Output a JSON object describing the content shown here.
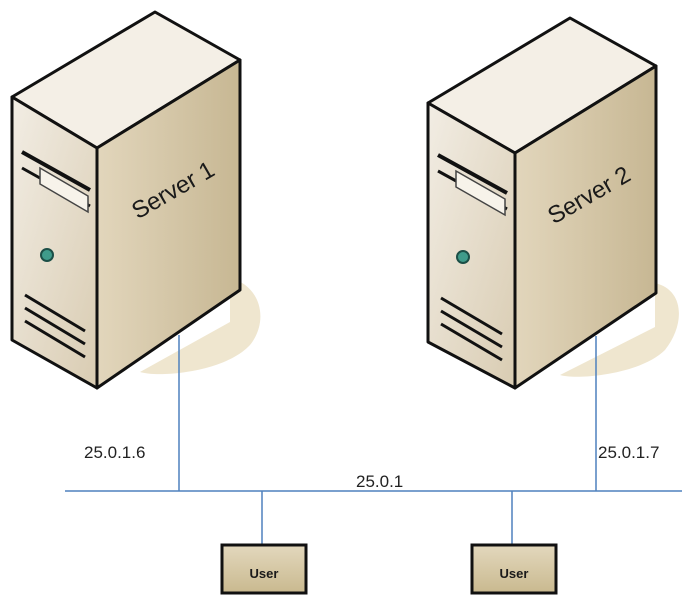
{
  "servers": [
    {
      "label": "Server 1",
      "ip": "25.0.1.6"
    },
    {
      "label": "Server 2",
      "ip": "25.0.1.7"
    }
  ],
  "network": {
    "label": "25.0.1"
  },
  "users": [
    {
      "label": "User"
    },
    {
      "label": "User"
    }
  ],
  "colors": {
    "wire": "#4f81bd",
    "server_front": "#e6dccb",
    "server_side": "#cdbf9f",
    "server_top": "#f3ede2",
    "shadow": "#efe6cf",
    "user_box": "#d8cbab",
    "indicator": "#3f9b8a"
  }
}
